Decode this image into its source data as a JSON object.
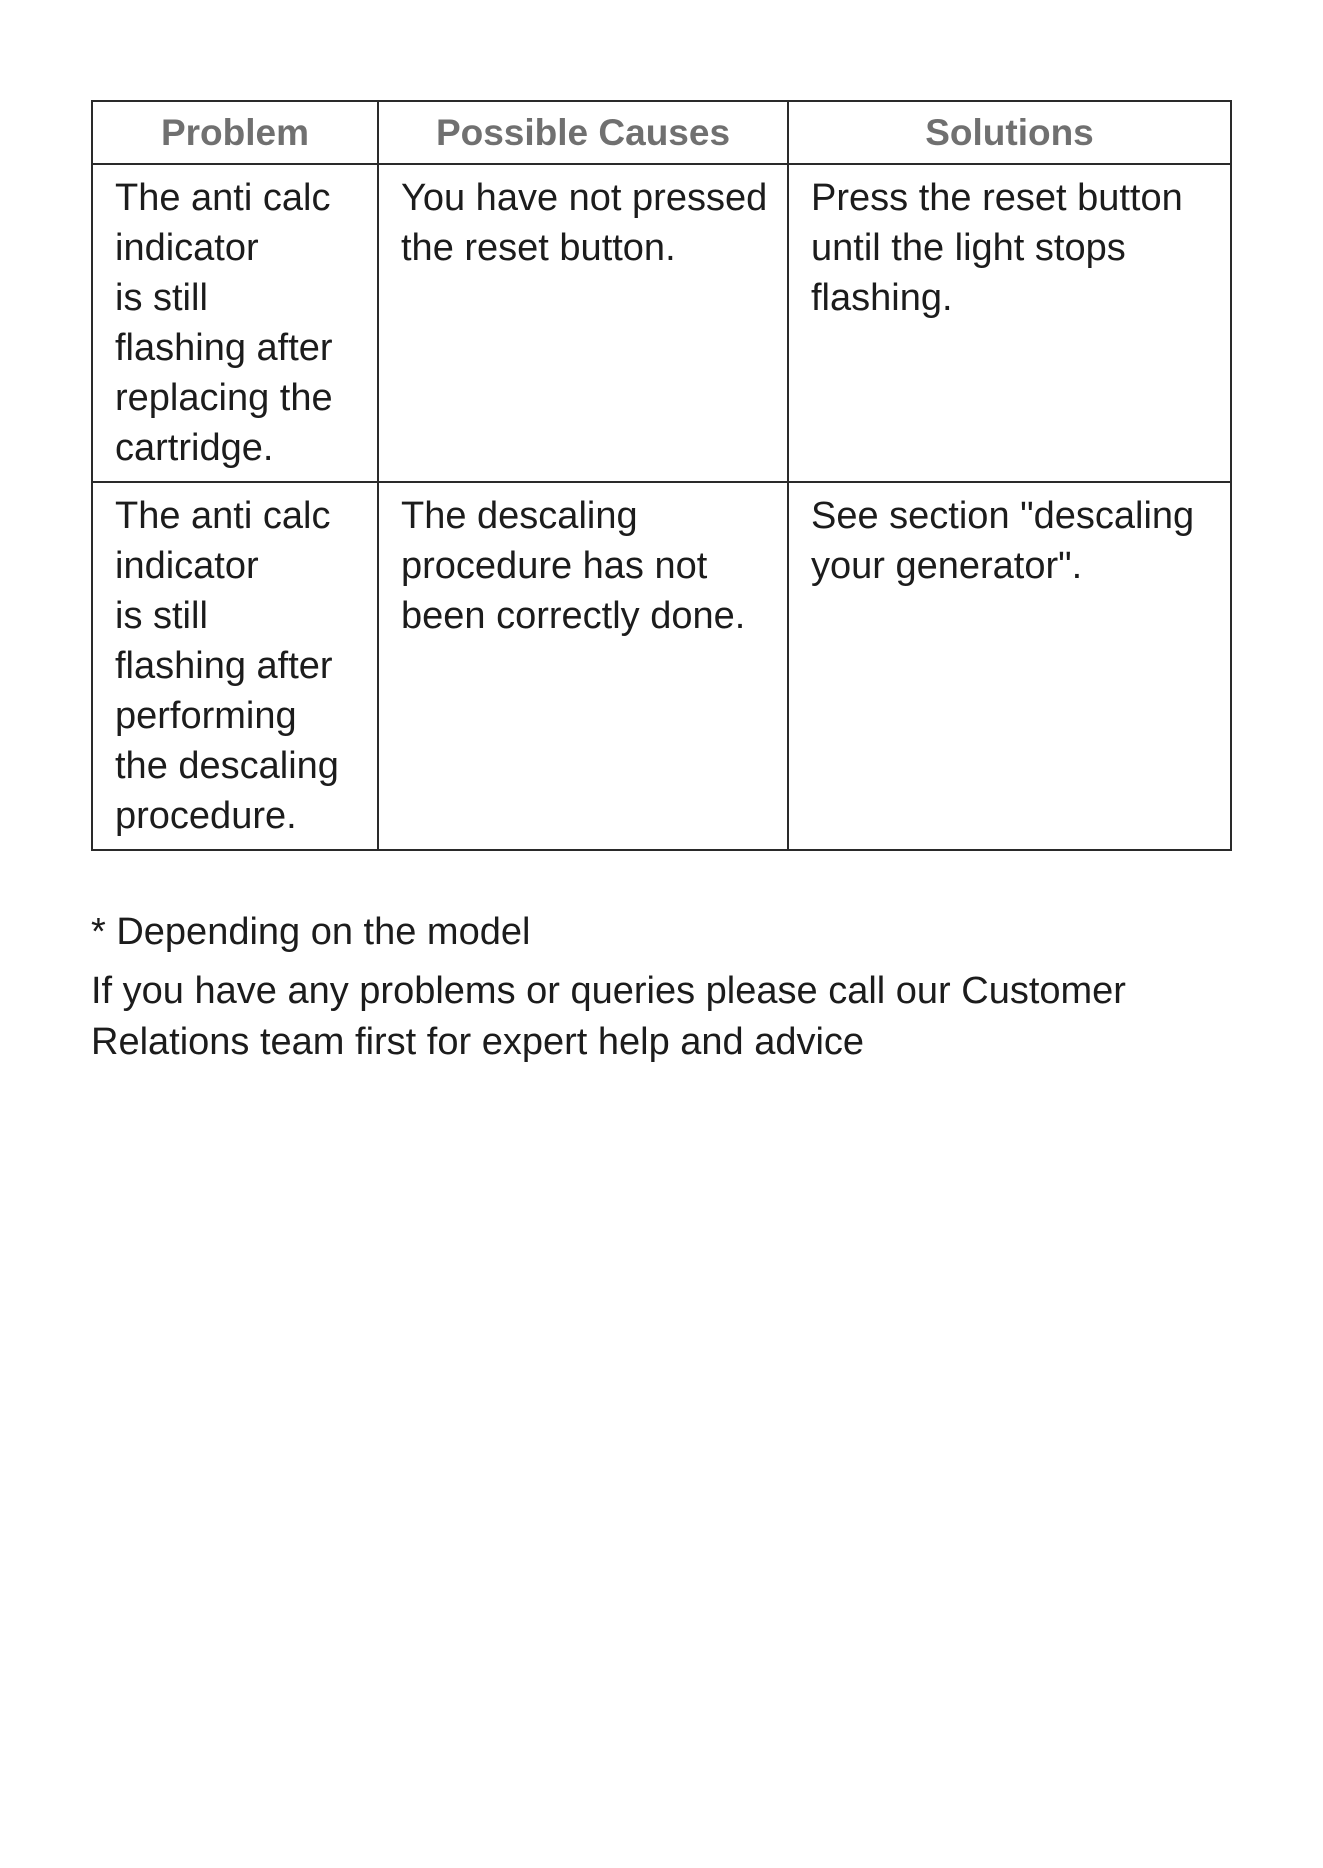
{
  "table": {
    "headers": [
      "Problem",
      "Possible Causes",
      "Solutions"
    ],
    "rows": [
      {
        "problem_lines": [
          "The anti calc",
          "indicator",
          "is still",
          "flashing after",
          "replacing the",
          "cartridge."
        ],
        "cause_lines": [
          "You have not pressed",
          "the reset button."
        ],
        "solution_lines": [
          "Press the reset button",
          "until the light stops",
          "flashing."
        ]
      },
      {
        "problem_lines": [
          "The anti calc",
          "indicator",
          "is still",
          "flashing after",
          "performing",
          "the descaling",
          "procedure."
        ],
        "cause_lines": [
          "The descaling",
          "procedure has not",
          "been correctly done."
        ],
        "solution_lines": [
          "See section \"descaling",
          "your generator\"."
        ]
      }
    ]
  },
  "footnote": "* Depending on the model",
  "advice_lines": [
    "If you have any problems or queries please call our Customer",
    "Relations team first for expert help and advice"
  ]
}
